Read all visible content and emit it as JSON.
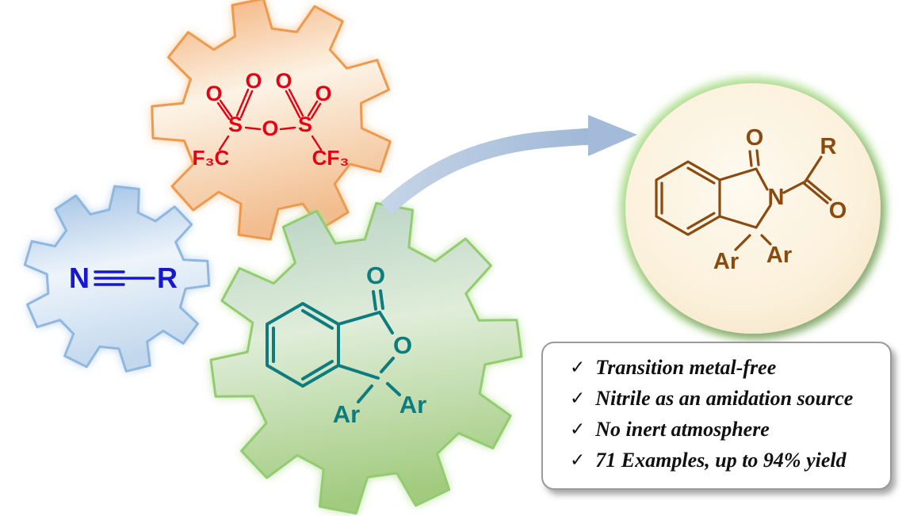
{
  "tf2o": {
    "o1": "O",
    "o2": "O",
    "o3": "O",
    "o4": "O",
    "s1": "S",
    "s2": "S",
    "o_bridge": "O",
    "f3c": "F₃C",
    "cf3": "CF₃"
  },
  "nitrile": {
    "n": "N",
    "r": "R"
  },
  "phthalide": {
    "carbonyl_o": "O",
    "ring_o": "O",
    "ar_left": "Ar",
    "ar_right": "Ar"
  },
  "product": {
    "carbonyl_o": "O",
    "n": "N",
    "acyl_r": "R",
    "acyl_o": "O",
    "ar_left": "Ar",
    "ar_right": "Ar"
  },
  "checklist": {
    "check": "✓",
    "items": [
      "Transition metal-free",
      "Nitrile as an amidation source",
      "No inert atmosphere",
      "71 Examples, up to 94% yield"
    ]
  },
  "colors": {
    "tf2o_red": "#e60012",
    "nitrile_blue": "#1717cf",
    "phthalide_teal": "#0e7c7e",
    "product_brown": "#8a4a10",
    "orange_gear": "#ed9a4f",
    "blue_gear": "#8fb7e0",
    "green_gear": "#93cc70",
    "arrow": "#b5c8e0",
    "oval_fill": "#fbf0d9",
    "oval_glow": "#9ed878"
  }
}
